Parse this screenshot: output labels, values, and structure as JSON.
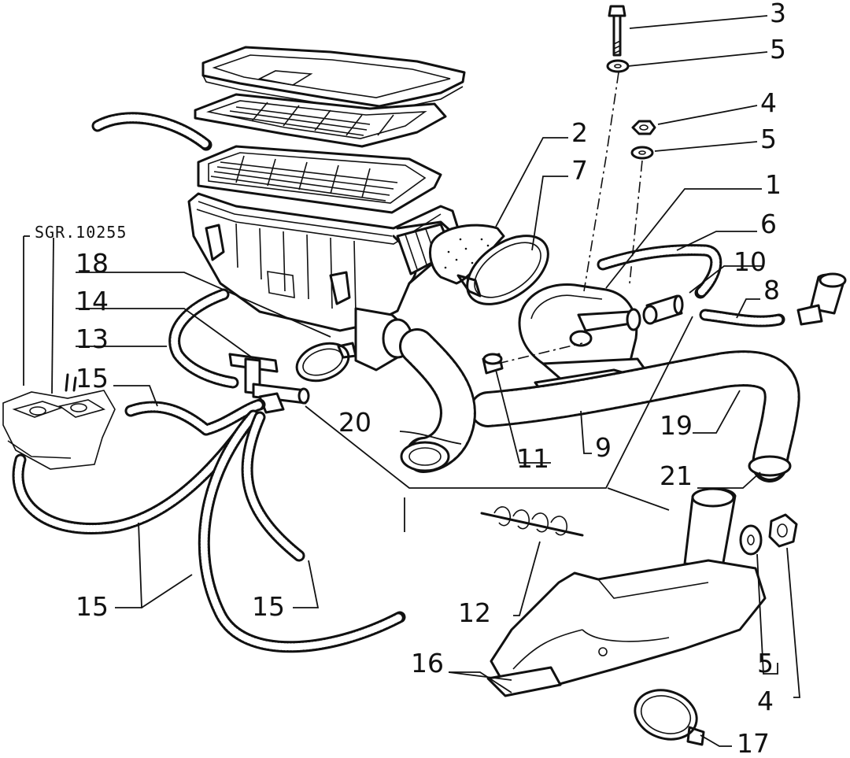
{
  "drawing_ref": "SGR.10255",
  "callouts": {
    "c1": "1",
    "c2": "2",
    "c3": "3",
    "c4a": "4",
    "c4b": "4",
    "c5a": "5",
    "c5b": "5",
    "c5c": "5",
    "c6": "6",
    "c7": "7",
    "c8": "8",
    "c9": "9",
    "c10": "10",
    "c11": "11",
    "c12": "12",
    "c13": "13",
    "c14": "14",
    "c15a": "15",
    "c15b": "15",
    "c15c": "15",
    "c16": "16",
    "c17": "17",
    "c18": "18",
    "c19": "19",
    "c20": "20",
    "c21": "21"
  }
}
